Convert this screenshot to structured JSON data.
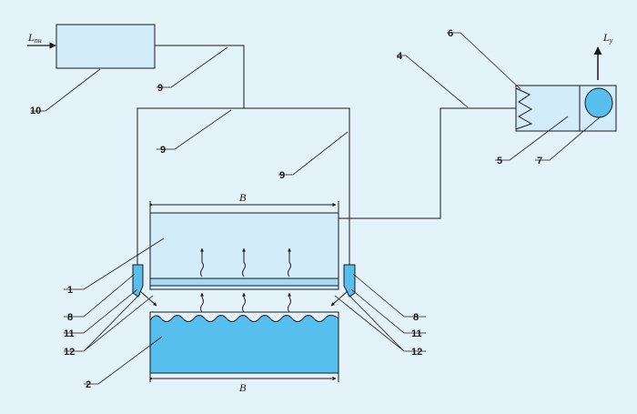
{
  "diagram": {
    "labels": {
      "n1": "1",
      "n2": "2",
      "n4": "4",
      "n5": "5",
      "n6": "6",
      "n7": "7",
      "n8_left": "8",
      "n8_right": "8",
      "n9_top": "9",
      "n9_mid": "9",
      "n9_right": "9",
      "n10": "10",
      "n11_left": "11",
      "n11_right": "11",
      "n12_left": "12",
      "n12_right": "12"
    },
    "width_top": "B",
    "width_bottom": "B",
    "input_signal": {
      "main": "L",
      "sub": "пн"
    },
    "output_signal": {
      "main": "L",
      "sub": "у"
    },
    "colors": {
      "background": "#e4f2fa",
      "block_fill": "#d3ecfa",
      "liquid_fill": "#56bfee",
      "strip_fill": "#a7d8f4",
      "line": "#1a1a1a"
    }
  }
}
